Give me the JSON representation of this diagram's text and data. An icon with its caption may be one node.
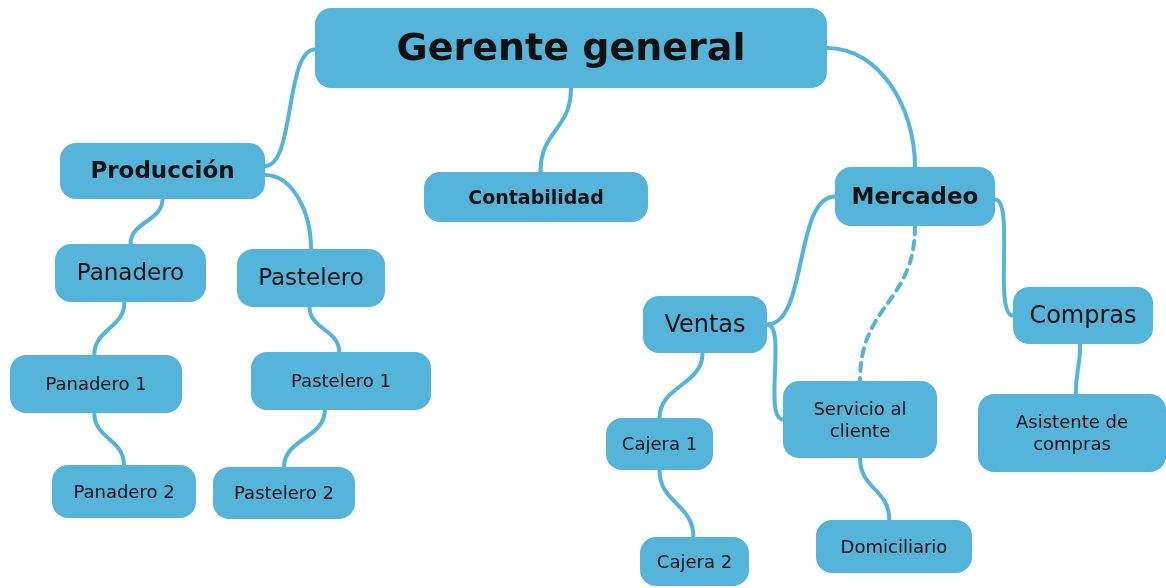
{
  "diagram": {
    "nodes": [
      {
        "text": [
          "Gerente general"
        ]
      },
      {
        "text": [
          "Producción"
        ]
      },
      {
        "text": [
          "Contabilidad"
        ]
      },
      {
        "text": [
          "Mercadeo"
        ]
      },
      {
        "text": [
          "Panadero"
        ]
      },
      {
        "text": [
          "Pastelero"
        ]
      },
      {
        "text": [
          "Panadero 1"
        ]
      },
      {
        "text": [
          "Panadero 2"
        ]
      },
      {
        "text": [
          "Pastelero 1"
        ]
      },
      {
        "text": [
          "Pastelero 2"
        ]
      },
      {
        "text": [
          "Ventas"
        ]
      },
      {
        "text": [
          "Cajera 1"
        ]
      },
      {
        "text": [
          "Cajera 2"
        ]
      },
      {
        "text": [
          "Servicio al cliente"
        ]
      },
      {
        "text": [
          "Domiciliario"
        ]
      },
      {
        "text": [
          "Compras"
        ]
      },
      {
        "text": [
          "Asistente de compras"
        ]
      }
    ],
    "edges": [
      {
        "from": 0,
        "to": 1,
        "arrow": "none"
      },
      {
        "from": 0,
        "to": 2,
        "arrow": "none"
      },
      {
        "from": 0,
        "to": 3,
        "arrow": "none"
      },
      {
        "from": 1,
        "to": 4,
        "arrow": "none"
      },
      {
        "from": 1,
        "to": 5,
        "arrow": "none"
      },
      {
        "from": 4,
        "to": 6,
        "arrow": "none"
      },
      {
        "from": 6,
        "to": 7,
        "arrow": "none"
      },
      {
        "from": 5,
        "to": 8,
        "arrow": "none"
      },
      {
        "from": 8,
        "to": 9,
        "arrow": "none"
      },
      {
        "from": 3,
        "to": 10,
        "arrow": "none"
      },
      {
        "from": 3,
        "to": 13,
        "arrow": "none",
        "style": "dashed"
      },
      {
        "from": 3,
        "to": 15,
        "arrow": "none"
      },
      {
        "from": 10,
        "to": 11,
        "arrow": "none"
      },
      {
        "from": 11,
        "to": 12,
        "arrow": "none"
      },
      {
        "from": 10,
        "to": 13,
        "arrow": "none"
      },
      {
        "from": 13,
        "to": 14,
        "arrow": "none"
      },
      {
        "from": 15,
        "to": 16,
        "arrow": "none"
      }
    ]
  }
}
